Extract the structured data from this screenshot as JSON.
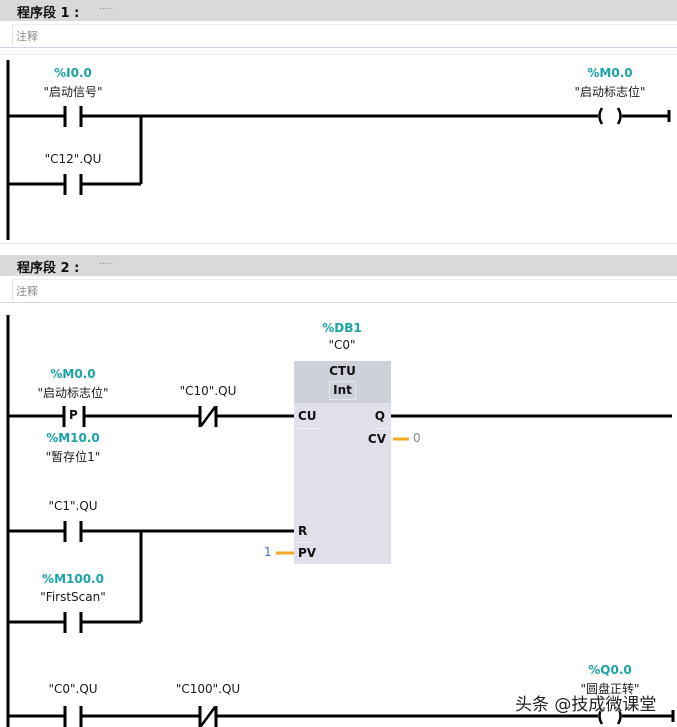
{
  "networks": [
    {
      "title_prefix": "程序段",
      "number": "1",
      "colon": ":",
      "dots": ".....",
      "comment_placeholder": "注释",
      "elements": {
        "contact_start": {
          "type": "NO contact",
          "address": "%I0.0",
          "symbol": "\"启动信号\""
        },
        "contact_c12": {
          "type": "NO contact",
          "address": "",
          "symbol": "\"C12\".QU"
        },
        "coil_m00": {
          "type": "coil",
          "address": "%M0.0",
          "symbol": "\"启动标志位\""
        }
      }
    },
    {
      "title_prefix": "程序段",
      "number": "2",
      "colon": ":",
      "dots": ".....",
      "comment_placeholder": "注释",
      "elements": {
        "p_contact": {
          "type": "positive edge contact",
          "label": "P",
          "address": "%M0.0",
          "symbol": "\"启动标志位\"",
          "edge_address": "%M10.0",
          "edge_symbol": "\"暂存位1\""
        },
        "contact_c10": {
          "type": "NC contact",
          "symbol": "\"C10\".QU"
        },
        "counter": {
          "instance_address": "%DB1",
          "instance_symbol": "\"C0\"",
          "name": "CTU",
          "data_type": "Int",
          "pins": {
            "cu": "CU",
            "q": "Q",
            "cv": "CV",
            "r": "R",
            "pv": "PV"
          },
          "cv_value": "0",
          "pv_value": "1"
        },
        "contact_c1": {
          "type": "NO contact",
          "symbol": "\"C1\".QU"
        },
        "contact_firstscan": {
          "type": "NO contact",
          "address": "%M100.0",
          "symbol": "\"FirstScan\""
        },
        "contact_c0": {
          "type": "NO contact",
          "symbol": "\"C0\".QU"
        },
        "contact_c100": {
          "type": "NC contact",
          "symbol": "\"C100\".QU"
        },
        "coil_q00": {
          "type": "coil",
          "address": "%Q0.0",
          "symbol": "\"圆盘正转\""
        }
      }
    }
  ],
  "watermark": "头条 @技成微课堂",
  "colors": {
    "header_bg": "#d9d9d9",
    "address_teal": "#1aa3a8",
    "block_bg": "#dfe0ea",
    "block_header_bg": "#ced0dc",
    "pin_orange": "#f5a623",
    "pv_blue": "#4a68d8"
  }
}
